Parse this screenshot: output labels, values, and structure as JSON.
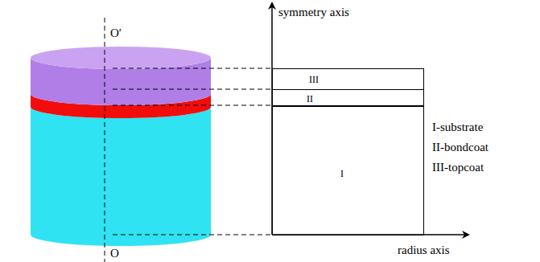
{
  "diagram": {
    "nodes": [
      {
        "text": [
          "III"
        ]
      },
      {
        "text": [
          "II"
        ]
      },
      {
        "text": [
          "I"
        ]
      }
    ],
    "labels": [
      "symmetry axis",
      "O′",
      "I-substrate",
      "II-bondcoat",
      "III-topcoat",
      "O",
      "radius axis"
    ]
  }
}
